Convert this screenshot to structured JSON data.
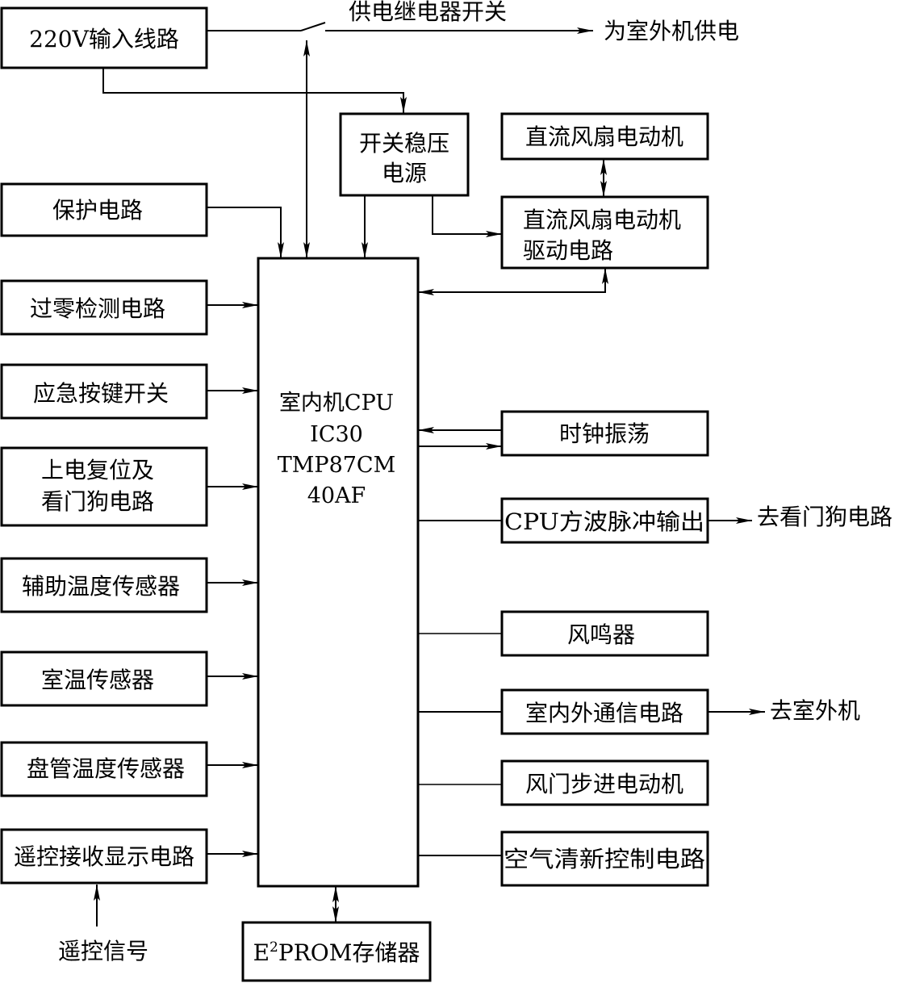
{
  "blocks": {
    "power_input": "220V输入线路",
    "switching_supply_line1": "开关稳压",
    "switching_supply_line2": "电源",
    "dc_fan_motor": "直流风扇电动机",
    "dc_fan_driver_line1": "直流风扇电动机",
    "dc_fan_driver_line2": "驱动电路",
    "protection": "保护电路",
    "zero_cross": "过零检测电路",
    "emergency_key": "应急按键开关",
    "reset_line1": "上电复位及",
    "reset_line2": "看门狗电路",
    "aux_temp": "辅助温度传感器",
    "room_temp": "室温传感器",
    "coil_temp": "盘管温度传感器",
    "remote_rx": "遥控接收显示电路",
    "clock": "时钟振荡",
    "cpu_pulse": "CPU方波脉冲输出",
    "buzzer": "风鸣器",
    "comm": "室内外通信电路",
    "stepper": "风门步进电动机",
    "air_clean": "空气清新控制电路",
    "eeprom_prefix": "E",
    "eeprom_sup": "2",
    "eeprom_suffix": "PROM存储器"
  },
  "cpu": {
    "line1": "室内机CPU",
    "line2": "IC30",
    "line3": "TMP87CM",
    "line4": "40AF"
  },
  "labels": {
    "relay": "供电继电器开关",
    "outdoor_power": "为室外机供电",
    "to_watchdog": "去看门狗电路",
    "to_outdoor": "去室外机",
    "remote_signal": "遥控信号"
  }
}
